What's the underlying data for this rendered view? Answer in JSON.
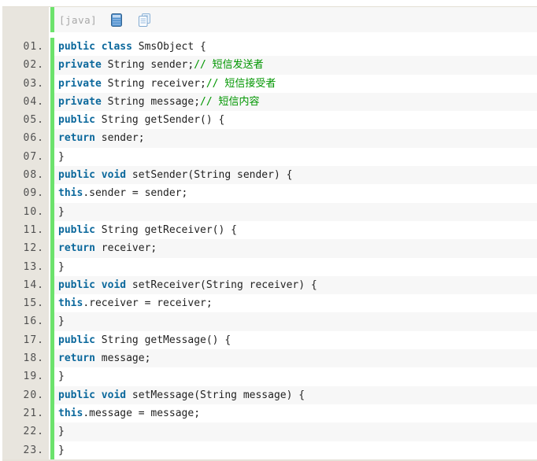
{
  "widget": {
    "type": "syntax-highlighted-code-block"
  },
  "header": {
    "language_label": "[java]",
    "icons": [
      {
        "name": "view-source-icon"
      },
      {
        "name": "copy-icon"
      }
    ]
  },
  "colors": {
    "keyword": "#0b689c",
    "comment": "#009600",
    "text": "#222222",
    "accent_green": "#6ce26c",
    "gutter_bg": "#e8e5de",
    "header_bg": "#f7f7f7",
    "alt_row_bg": "#f7f7f7",
    "line_number": "#505050",
    "label": "#a8a8a8",
    "border_top": "#e3dfd4",
    "border_bottom": "#e6e2d9",
    "icon_blue": "#4e8fcc",
    "icon_light_blue": "#8fb4d8"
  },
  "code": {
    "language": "java",
    "lines": [
      {
        "number": "01.",
        "tokens": [
          {
            "t": "k",
            "v": "public"
          },
          {
            "t": "p",
            "v": " "
          },
          {
            "t": "k",
            "v": "class"
          },
          {
            "t": "p",
            "v": " SmsObject {"
          }
        ]
      },
      {
        "number": "02.",
        "tokens": [
          {
            "t": "k",
            "v": "private"
          },
          {
            "t": "p",
            "v": " String sender;"
          },
          {
            "t": "c",
            "v": "// 短信发送者"
          }
        ]
      },
      {
        "number": "03.",
        "tokens": [
          {
            "t": "k",
            "v": "private"
          },
          {
            "t": "p",
            "v": " String receiver;"
          },
          {
            "t": "c",
            "v": "// 短信接受者"
          }
        ]
      },
      {
        "number": "04.",
        "tokens": [
          {
            "t": "k",
            "v": "private"
          },
          {
            "t": "p",
            "v": " String message;"
          },
          {
            "t": "c",
            "v": "// 短信内容"
          }
        ]
      },
      {
        "number": "05.",
        "tokens": [
          {
            "t": "k",
            "v": "public"
          },
          {
            "t": "p",
            "v": " String getSender() {"
          }
        ]
      },
      {
        "number": "06.",
        "tokens": [
          {
            "t": "k",
            "v": "return"
          },
          {
            "t": "p",
            "v": " sender;"
          }
        ]
      },
      {
        "number": "07.",
        "tokens": [
          {
            "t": "p",
            "v": "}"
          }
        ]
      },
      {
        "number": "08.",
        "tokens": [
          {
            "t": "k",
            "v": "public"
          },
          {
            "t": "p",
            "v": " "
          },
          {
            "t": "k",
            "v": "void"
          },
          {
            "t": "p",
            "v": " setSender(String sender) {"
          }
        ]
      },
      {
        "number": "09.",
        "tokens": [
          {
            "t": "k",
            "v": "this"
          },
          {
            "t": "p",
            "v": ".sender = sender;"
          }
        ]
      },
      {
        "number": "10.",
        "tokens": [
          {
            "t": "p",
            "v": "}"
          }
        ]
      },
      {
        "number": "11.",
        "tokens": [
          {
            "t": "k",
            "v": "public"
          },
          {
            "t": "p",
            "v": " String getReceiver() {"
          }
        ]
      },
      {
        "number": "12.",
        "tokens": [
          {
            "t": "k",
            "v": "return"
          },
          {
            "t": "p",
            "v": " receiver;"
          }
        ]
      },
      {
        "number": "13.",
        "tokens": [
          {
            "t": "p",
            "v": "}"
          }
        ]
      },
      {
        "number": "14.",
        "tokens": [
          {
            "t": "k",
            "v": "public"
          },
          {
            "t": "p",
            "v": " "
          },
          {
            "t": "k",
            "v": "void"
          },
          {
            "t": "p",
            "v": " setReceiver(String receiver) {"
          }
        ]
      },
      {
        "number": "15.",
        "tokens": [
          {
            "t": "k",
            "v": "this"
          },
          {
            "t": "p",
            "v": ".receiver = receiver;"
          }
        ]
      },
      {
        "number": "16.",
        "tokens": [
          {
            "t": "p",
            "v": "}"
          }
        ]
      },
      {
        "number": "17.",
        "tokens": [
          {
            "t": "k",
            "v": "public"
          },
          {
            "t": "p",
            "v": " String getMessage() {"
          }
        ]
      },
      {
        "number": "18.",
        "tokens": [
          {
            "t": "k",
            "v": "return"
          },
          {
            "t": "p",
            "v": " message;"
          }
        ]
      },
      {
        "number": "19.",
        "tokens": [
          {
            "t": "p",
            "v": "}"
          }
        ]
      },
      {
        "number": "20.",
        "tokens": [
          {
            "t": "k",
            "v": "public"
          },
          {
            "t": "p",
            "v": " "
          },
          {
            "t": "k",
            "v": "void"
          },
          {
            "t": "p",
            "v": " setMessage(String message) {"
          }
        ]
      },
      {
        "number": "21.",
        "tokens": [
          {
            "t": "k",
            "v": "this"
          },
          {
            "t": "p",
            "v": ".message = message;"
          }
        ]
      },
      {
        "number": "22.",
        "tokens": [
          {
            "t": "p",
            "v": "}"
          }
        ]
      },
      {
        "number": "23.",
        "tokens": [
          {
            "t": "p",
            "v": "}"
          }
        ]
      }
    ]
  }
}
